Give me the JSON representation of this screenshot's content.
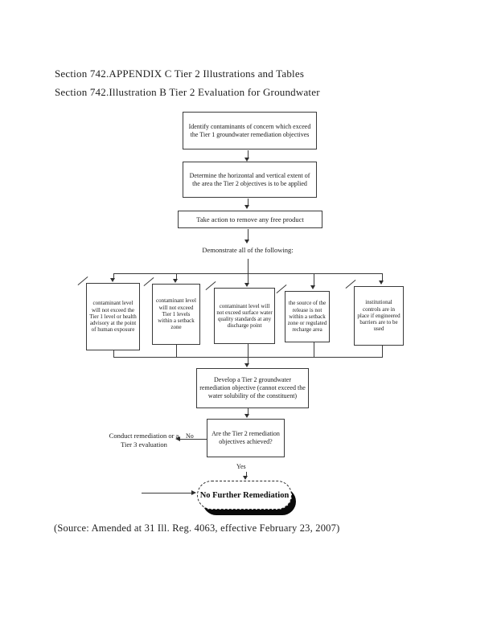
{
  "header": {
    "line1": "Section 742.APPENDIX C  Tier 2 Illustrations and Tables",
    "line2": "Section 742.Illustration B  Tier 2 Evaluation for Groundwater"
  },
  "flow": {
    "step_identify": "Identify contaminants of concern which exceed the Tier 1 groundwater remediation objectives",
    "step_determine": "Determine the horizontal and vertical extent of the area the Tier 2 objectives is to be applied",
    "step_free_product": "Take action to remove any free product",
    "demonstrate_label": "Demonstrate all of the following:",
    "conditions": [
      {
        "text": "contaminant level will not exceed the Tier 1 level or health advisory at the point of human exposure"
      },
      {
        "text": "contaminant level will not exceed Tier 1 levels within a setback zone"
      },
      {
        "text": "contaminant level will not exceed surface water quality standards at any discharge point"
      },
      {
        "text": "the source of the release is not within a setback zone or regulated recharge area"
      },
      {
        "text": "institutional controls are in place if engineered barriers are to be used"
      }
    ],
    "step_develop": "Develop a Tier 2 groundwater remediation objective (cannot exceed the water solubility of the constituent)",
    "decision_question": "Are the Tier 2 remediation objectives achieved?",
    "no_label": "No",
    "yes_label": "Yes",
    "conduct_text": "Conduct remediation or a Tier 3 evaluation",
    "terminal_text": "No Further Remediation"
  },
  "footer": {
    "source": "(Source:  Amended at 31 Ill. Reg. 4063, effective February 23, 2007)"
  },
  "colors": {
    "ink": "#1c1c1c",
    "line": "#3a3a3a",
    "terminal_shadow": "#0b0b0b"
  }
}
